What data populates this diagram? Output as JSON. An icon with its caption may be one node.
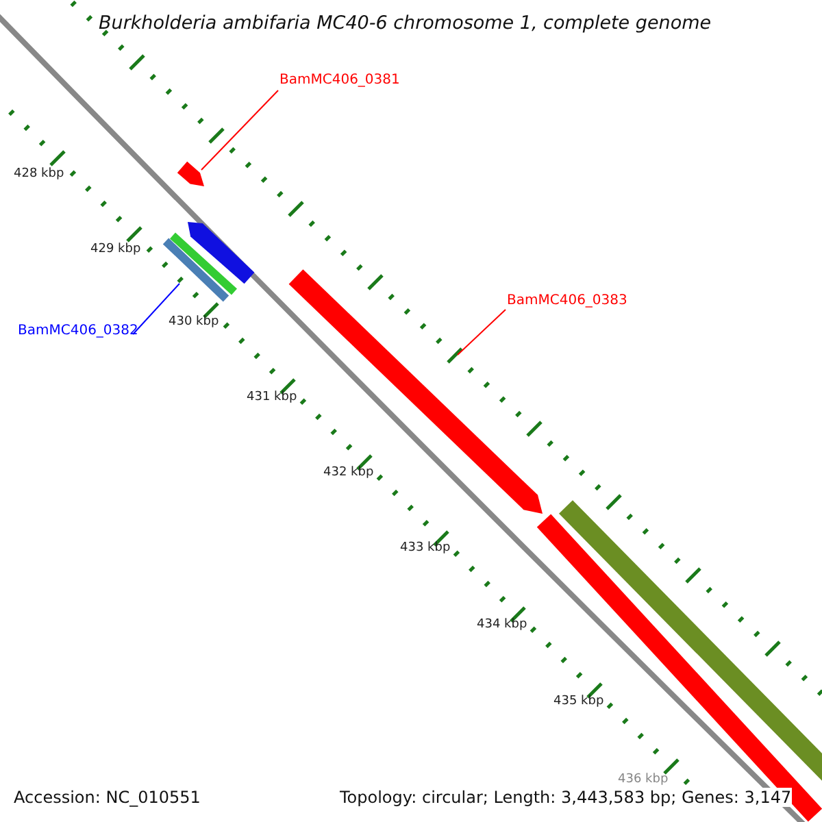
{
  "diagram": {
    "title": "Burkholderia ambifaria MC40-6 chromosome 1, complete genome",
    "nodes": [
      {
        "text": [
          "BamMC406_0381"
        ]
      },
      {
        "text": [],
        "shape": "arrow"
      },
      {
        "text": [
          "BamMC406_0383"
        ]
      },
      {
        "text": [],
        "shape": "arrow"
      },
      {
        "text": [
          "BamMC406_0382"
        ]
      },
      {
        "text": [],
        "shape": "bar"
      }
    ],
    "edges": [
      {
        "from": 0,
        "to": 1,
        "arrow": "none",
        "color": "#ff0000"
      },
      {
        "from": 2,
        "to": 3,
        "arrow": "none",
        "color": "#ff0000"
      },
      {
        "from": 4,
        "to": 5,
        "arrow": "none",
        "color": "#0000ff"
      }
    ],
    "labels": [
      "428 kbp",
      "429 kbp",
      "430 kbp",
      "431 kbp",
      "432 kbp",
      "433 kbp",
      "434 kbp",
      "435 kbp",
      "436 kbp",
      "Accession: NC_010551",
      "Topology: circular; Length: 3,443,583 bp; Genes: 3,147"
    ]
  }
}
